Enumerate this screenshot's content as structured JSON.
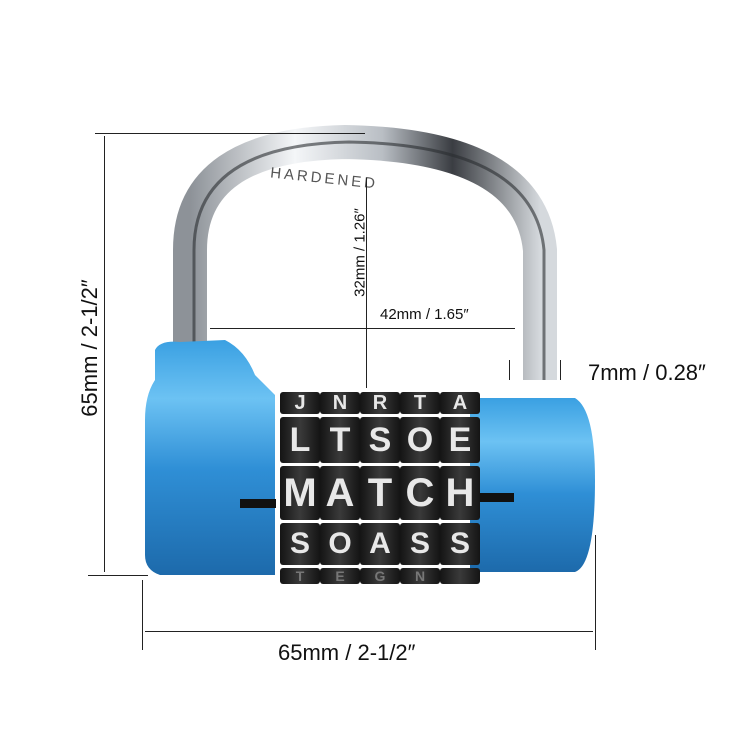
{
  "product": {
    "type": "5-letter word combination padlock",
    "shackle_engraving": "HARDENED",
    "colors": {
      "body": "#2f8fd6",
      "body_highlight": "#6ec0f2",
      "body_shadow": "#1a5e99",
      "dial": "#1e1e1e",
      "letters": "#e6e6e6",
      "shackle": "#cfd3d8"
    },
    "dials": {
      "row_top_partial": [
        "J",
        "N",
        "R",
        "T",
        "A"
      ],
      "row_above": [
        "L",
        "T",
        "S",
        "O",
        "E"
      ],
      "row_active": [
        "M",
        "A",
        "T",
        "C",
        "H"
      ],
      "row_below": [
        "S",
        "O",
        "A",
        "S",
        "S"
      ],
      "row_bottom_partial": [
        "T",
        "E",
        "G",
        "N",
        ""
      ]
    }
  },
  "dimensions": {
    "overall_height": "65mm / 2-1/2″",
    "overall_width": "65mm / 2-1/2″",
    "shackle_clearance_height": "32mm / 1.26″",
    "shackle_inner_width": "42mm / 1.65″",
    "shackle_diameter": "7mm / 0.28″"
  }
}
